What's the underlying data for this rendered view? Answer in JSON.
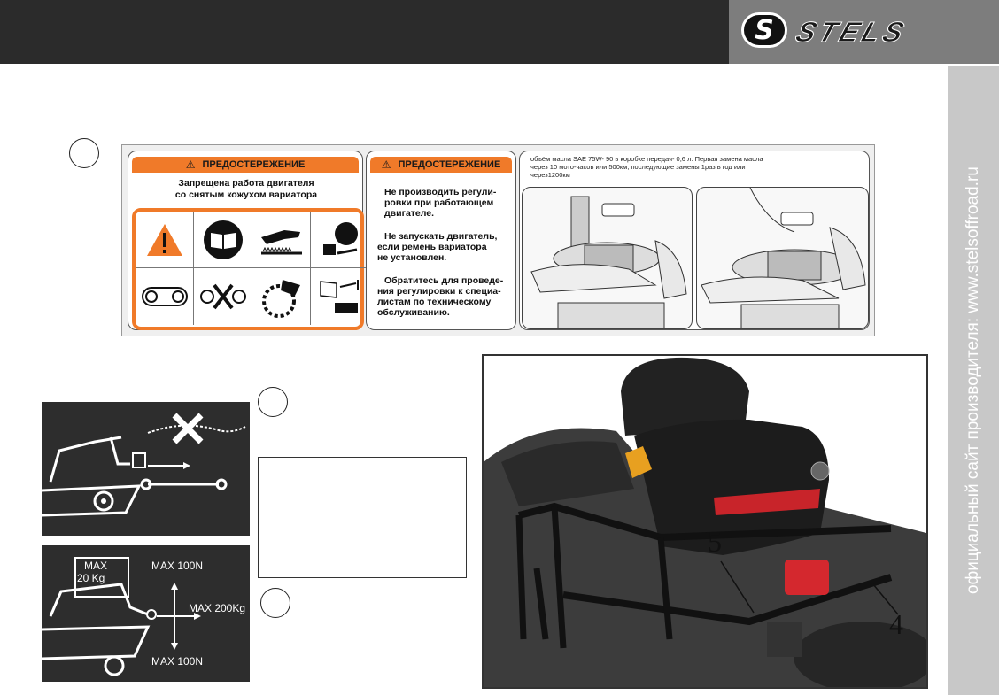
{
  "header": {
    "logo_letter": "S",
    "logo_text": "STELS",
    "side_text": "официальный сайт производителя: www.stelsoffroad.ru"
  },
  "warning_label": {
    "heading": "ПРЕДОСТЕРЕЖЕНИЕ",
    "left_text_line1": "Запрещена работа двигателя",
    "left_text_line2": "со снятым кожухом вариатора",
    "middle_para1": [
      "Не производить регули-",
      "ровки при работающем",
      "двигателе."
    ],
    "middle_para2": [
      "Не запускать двигатель,",
      "если ремень вариатора",
      "не установлен."
    ],
    "middle_para3": [
      "Обратитесь для проведе-",
      "ния регулировки к специа-",
      "листам по техническому",
      "обслуживанию."
    ],
    "oil_text": [
      "объём масла SAE 75W- 90  в коробке передач- 0,6 л. Первая замена масла",
      "через 10 мото-часов или 500км, последующие замены 1раз в год или",
      "через1200км"
    ]
  },
  "hitch_diagram": {
    "max_load": "MAX",
    "max_load_value": "20 Kg",
    "max_up": "MAX 100N",
    "max_side": "MAX 200Kg",
    "max_down": "MAX 100N"
  },
  "photo": {
    "callout_5": "5",
    "callout_4": "4"
  },
  "colors": {
    "header_dark": "#2b2b2b",
    "header_logo_bg": "#7d7d7d",
    "warning_orange": "#f07a29",
    "side_strip": "#c8c8c8"
  }
}
